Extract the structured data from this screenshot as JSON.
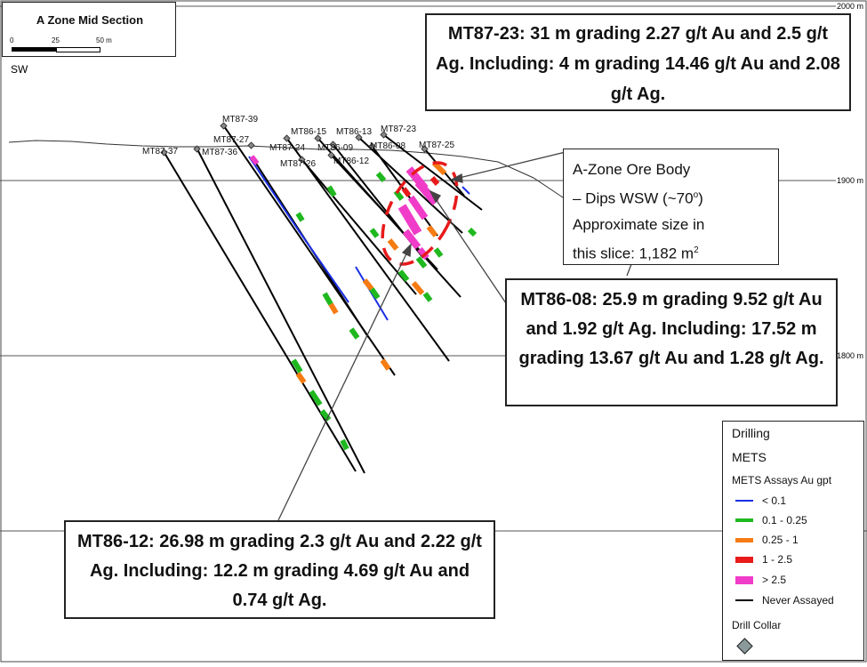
{
  "title_box": {
    "title": "A Zone Mid Section",
    "scale_labels": [
      "0",
      "25",
      "50 m"
    ]
  },
  "direction_label": "SW",
  "elevation_labels": {
    "top": "2000 m",
    "mid": "1900 m",
    "low": "1800 m"
  },
  "holes": [
    "MT87-39",
    "MT87-27",
    "MT87-37",
    "MT87-36",
    "MT86-15",
    "MT87-24",
    "MT86-09",
    "MT87-26",
    "MT86-13",
    "MT86-12",
    "MT87-23",
    "MT86-08",
    "MT87-25"
  ],
  "callouts": {
    "mt87_23": "MT87-23: 31 m grading 2.27 g/t Au and 2.5 g/t Ag. Including: 4 m grading 14.46 g/t Au and 2.08 g/t Ag.",
    "mt86_08": "MT86-08: 25.9 m grading 9.52 g/t Au and 1.92 g/t Ag. Including: 17.52 m grading 13.67 g/t Au and 1.28 g/t Ag.",
    "mt86_12": "MT86-12: 26.98 m grading 2.3 g/t Au and 2.22 g/t Ag. Including: 12.2 m grading 4.69 g/t Au and 0.74 g/t Ag."
  },
  "ore_body": {
    "line1": "A-Zone Ore Body",
    "line2": "– Dips WSW (~70",
    "line2_sup": "o",
    "line2_end": ")",
    "line3": "Approximate size in",
    "line4": "this slice: 1,182 m",
    "line4_sup": "2"
  },
  "legend": {
    "heading1": "Drilling",
    "heading2": "METS",
    "heading3": "METS Assays Au gpt",
    "items": [
      {
        "label": "< 0.1",
        "color": "#1a2fe6"
      },
      {
        "label": "0.1 - 0.25",
        "color": "#1fb81f"
      },
      {
        "label": "0.25 - 1",
        "color": "#f57c12"
      },
      {
        "label": "1 - 2.5",
        "color": "#e81a1a"
      },
      {
        "label": "> 2.5",
        "color": "#f03cc8"
      },
      {
        "label": "Never Assayed",
        "color": "#000000"
      }
    ],
    "collar_label": "Drill Collar"
  }
}
